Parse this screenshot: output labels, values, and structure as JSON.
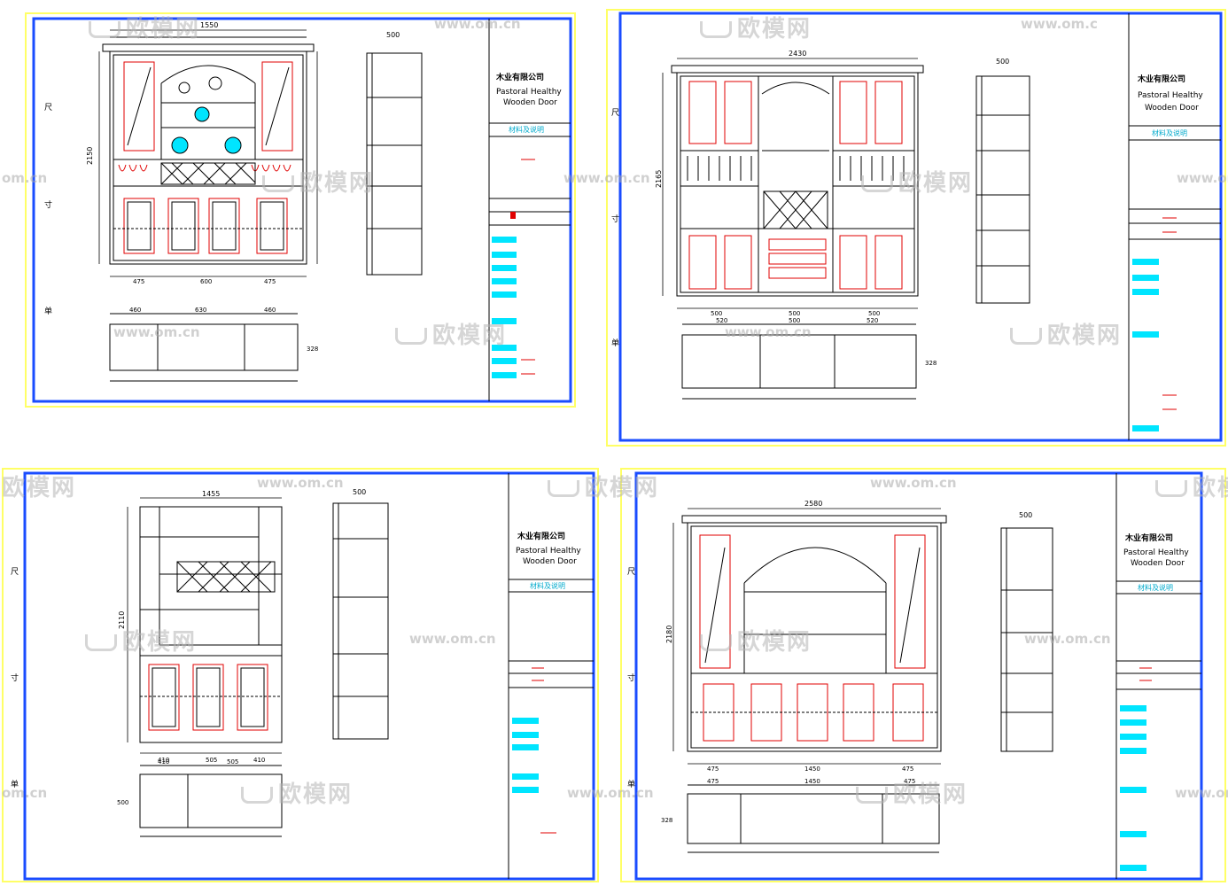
{
  "watermark": {
    "logo_text": "欧模网",
    "url_text": "www.om.cn",
    "url_short": "om.cn",
    "url_partial": "www.om.c"
  },
  "sheets": [
    {
      "title_block": {
        "company": "木业有限公司",
        "name_line1": "Pastoral Healthy",
        "name_line2": "Wooden Door",
        "material_header": "材料及说明"
      },
      "labels": {
        "top_width": "1550",
        "height": "2150",
        "depth": "500",
        "bottom_left": "475",
        "bottom_mid": "600",
        "bottom_right": "475",
        "plan_left": "460",
        "plan_mid": "630",
        "plan_right": "460",
        "plan_depth": "328"
      }
    },
    {
      "title_block": {
        "company": "木业有限公司",
        "name_line1": "Pastoral Healthy",
        "name_line2": "Wooden Door",
        "material_header": "材料及说明"
      },
      "labels": {
        "top_width": "2430",
        "height": "2165",
        "depth": "500",
        "bottom_left": "500",
        "bottom_mid": "500",
        "bottom_right": "500",
        "plan_left": "520",
        "plan_mid": "500",
        "plan_right": "520",
        "plan_depth": "328"
      }
    },
    {
      "title_block": {
        "company": "木业有限公司",
        "name_line1": "Pastoral Healthy",
        "name_line2": "Wooden Door",
        "material_header": "材料及说明"
      },
      "labels": {
        "top_width": "1455",
        "height": "2110",
        "depth": "500",
        "bottom_left": "410",
        "bottom_mid": "505",
        "bottom_right": "410",
        "plan_left": "410",
        "plan_mid": "505",
        "plan_right": "",
        "plan_depth": "500"
      }
    },
    {
      "title_block": {
        "company": "木业有限公司",
        "name_line1": "Pastoral Healthy",
        "name_line2": "Wooden Door",
        "material_header": "材料及说明"
      },
      "labels": {
        "top_width": "2580",
        "height": "2180",
        "depth": "500",
        "bottom_left": "475",
        "bottom_mid": "1450",
        "bottom_right": "475",
        "plan_left": "475",
        "plan_mid": "1450",
        "plan_right": "475",
        "plan_depth": "328"
      }
    }
  ],
  "colors": {
    "sheet_border": "#ffff66",
    "frame": "#1a4cff",
    "line": "#000000",
    "accent_red": "#e00000",
    "accent_cyan": "#00e5ff",
    "accent_green": "#00cc00"
  }
}
